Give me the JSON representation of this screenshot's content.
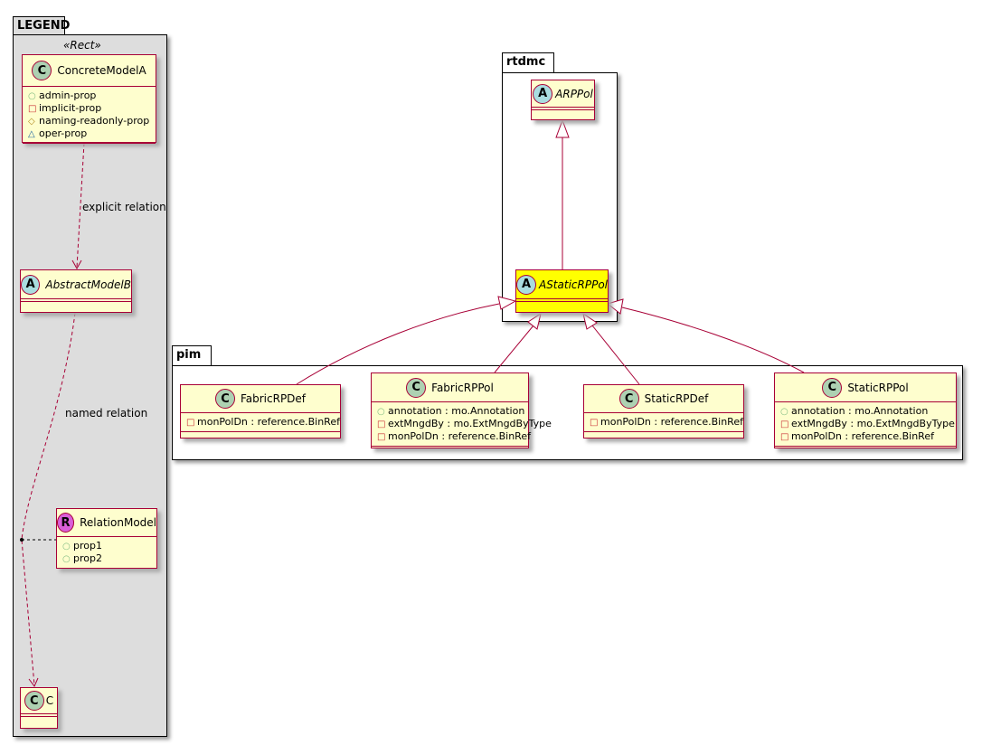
{
  "legend": {
    "title": "LEGEND",
    "stereotype": "«Rect»",
    "concrete": {
      "badge": "C",
      "name": "ConcreteModelA",
      "attrs": [
        {
          "vis": "○",
          "text": "admin-prop"
        },
        {
          "vis": "□",
          "text": "implicit-prop"
        },
        {
          "vis": "◇",
          "text": "naming-readonly-prop"
        },
        {
          "vis": "△",
          "text": "oper-prop"
        }
      ]
    },
    "abstract": {
      "badge": "A",
      "name": "AbstractModelB"
    },
    "relation": {
      "badge": "R",
      "name": "RelationModel",
      "attrs": [
        {
          "vis": "○",
          "text": "prop1"
        },
        {
          "vis": "○",
          "text": "prop2"
        }
      ]
    },
    "c": {
      "badge": "C",
      "name": "C"
    },
    "explicit_label": "explicit relation",
    "named_label": "named relation"
  },
  "rtdmc": {
    "title": "rtdmc",
    "arppol": {
      "badge": "A",
      "name": "ARPPol"
    },
    "astatic": {
      "badge": "A",
      "name": "AStaticRPPol"
    }
  },
  "pim": {
    "title": "pim",
    "classes": [
      {
        "badge": "C",
        "name": "FabricRPDef",
        "attrs": [
          {
            "vis": "□",
            "text": "monPolDn : reference.BinRef"
          }
        ]
      },
      {
        "badge": "C",
        "name": "FabricRPPol",
        "attrs": [
          {
            "vis": "○",
            "text": "annotation : mo.Annotation"
          },
          {
            "vis": "□",
            "text": "extMngdBy : mo.ExtMngdByType"
          },
          {
            "vis": "□",
            "text": "monPolDn : reference.BinRef"
          }
        ]
      },
      {
        "badge": "C",
        "name": "StaticRPDef",
        "attrs": [
          {
            "vis": "□",
            "text": "monPolDn : reference.BinRef"
          }
        ]
      },
      {
        "badge": "C",
        "name": "StaticRPPol",
        "attrs": [
          {
            "vis": "○",
            "text": "annotation : mo.Annotation"
          },
          {
            "vis": "□",
            "text": "extMngdBy : mo.ExtMngdByType"
          },
          {
            "vis": "□",
            "text": "monPolDn : reference.BinRef"
          }
        ]
      }
    ]
  },
  "colors": {
    "class_fill": "#FEFECE",
    "border": "#A80036",
    "highlight": "#FFFF00",
    "c_badge": "#ADD1B2",
    "a_badge": "#A9DCDF",
    "r_badge": "#D95FD9",
    "legend_fill": "#DDDDDD"
  }
}
